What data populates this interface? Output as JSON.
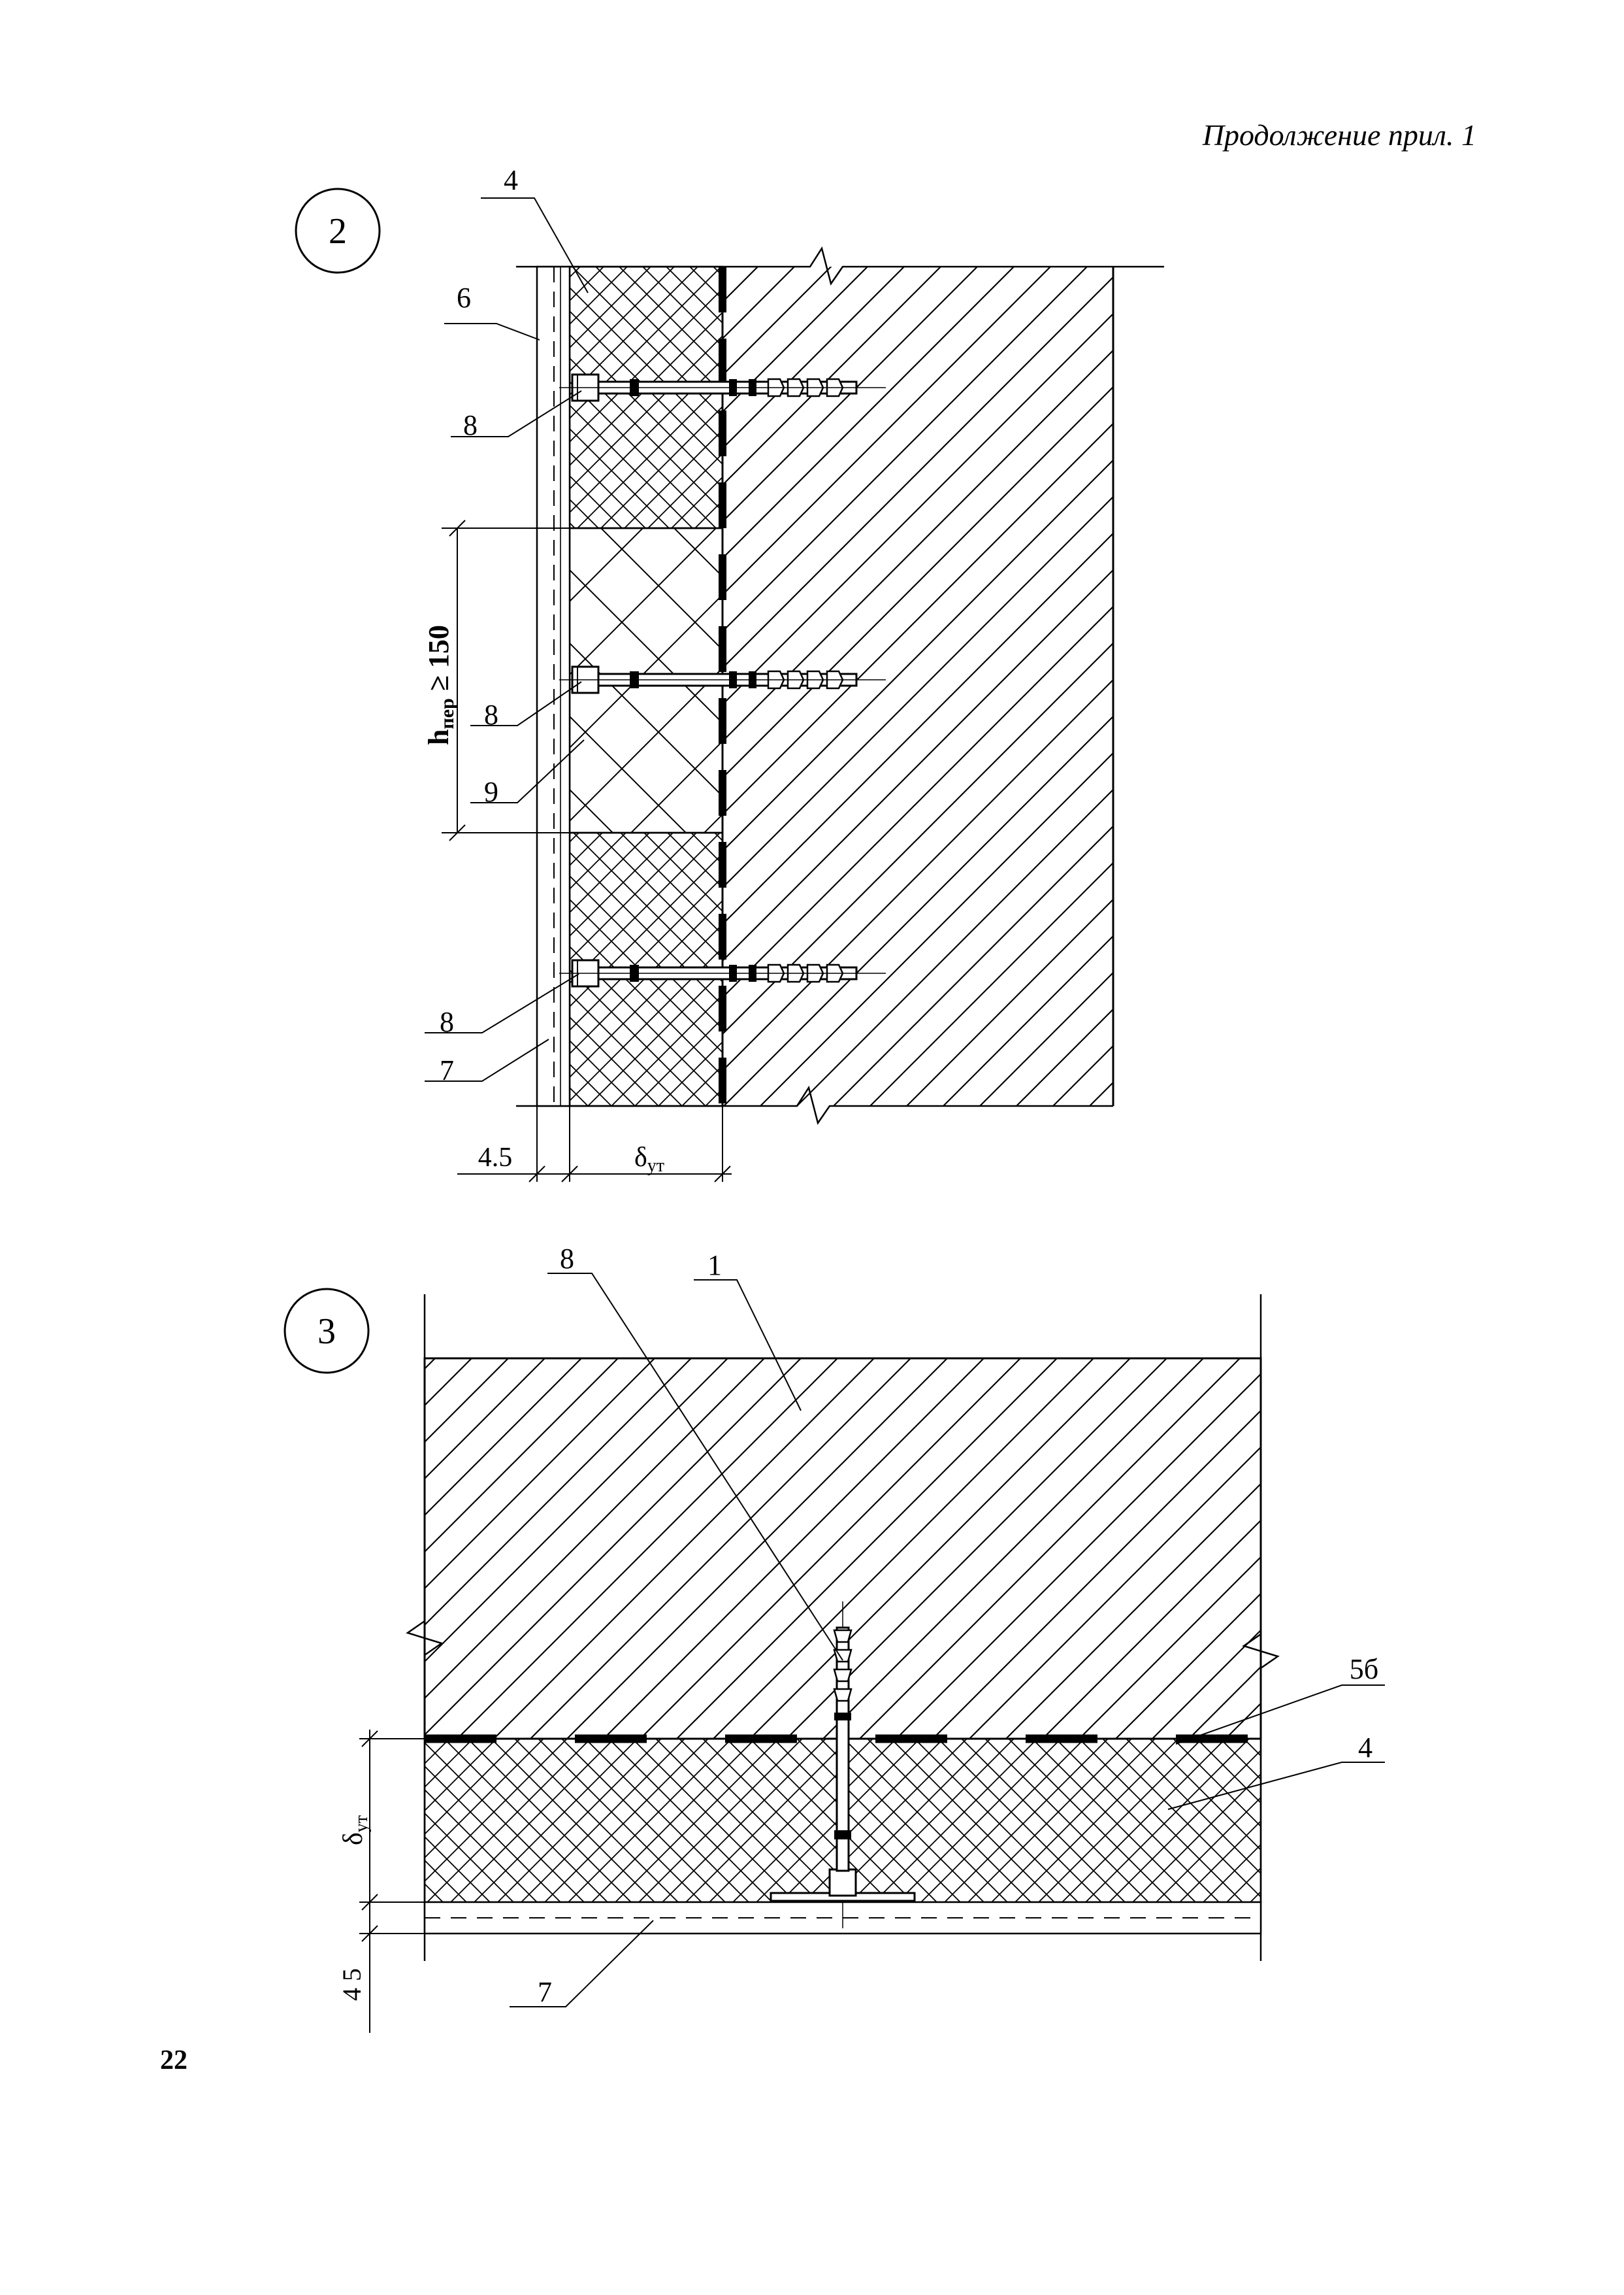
{
  "header": {
    "text": "Продолжение прил. 1"
  },
  "page_number": "22",
  "detail_2": {
    "marker": "2",
    "callouts": {
      "insulation": "4",
      "facing_layer": "6",
      "anchor_top": "8",
      "anchor_middle": "8",
      "anchor_bottom": "8",
      "fire_cut_insert": "9",
      "reinforcing_mesh": "7"
    },
    "dim_height": {
      "main": "h",
      "sub": "пер",
      "rest": " ≥ 150"
    },
    "dim_plaster": "4.5",
    "dim_insul": {
      "main": "δ",
      "sub": "ут"
    }
  },
  "detail_3": {
    "marker": "3",
    "callouts": {
      "anchor": "8",
      "slab": "1",
      "adhesive_layer": "5б",
      "insulation": "4",
      "reinforcing_mesh": "7"
    },
    "dim_insul": {
      "main": "δ",
      "sub": "ут"
    },
    "dim_plaster": "4 5"
  },
  "colors": {
    "ink": "#000000",
    "paper": "#ffffff"
  }
}
